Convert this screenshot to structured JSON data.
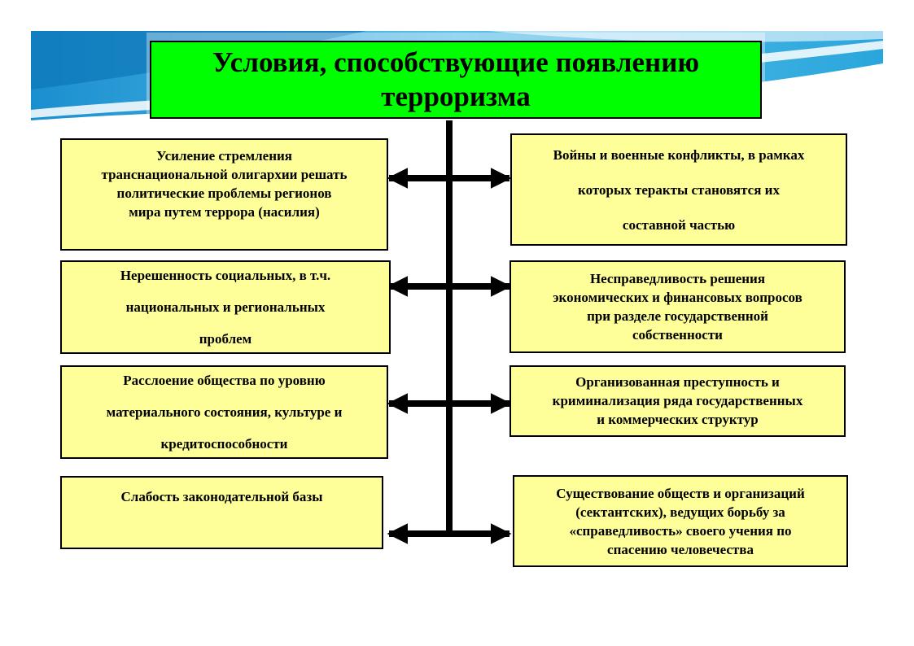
{
  "title": {
    "lines": [
      "Условия, способствующие появлению",
      "терроризма"
    ]
  },
  "left_boxes": [
    {
      "lines": [
        "Усиление стремления",
        "транснациональной олигархии решать",
        "политические проблемы регионов",
        "мира путем террора (насилия)"
      ]
    },
    {
      "lines": [
        "Нерешенность социальных, в т.ч.",
        "национальных и региональных",
        "проблем"
      ]
    },
    {
      "lines": [
        "Расслоение общества по уровню",
        "материального состояния, культуре и",
        "кредитоспособности"
      ]
    },
    {
      "lines": [
        "Слабость законодательной базы"
      ]
    }
  ],
  "right_boxes": [
    {
      "lines": [
        "Войны и военные конфликты, в рамках",
        "которых теракты становятся их",
        "составной частью"
      ]
    },
    {
      "lines": [
        "Несправедливость решения",
        "экономических и финансовых вопросов",
        "при разделе государственной",
        "собственности"
      ]
    },
    {
      "lines": [
        "Организованная преступность и",
        "криминализация ряда государственных",
        "и коммерческих структур"
      ]
    },
    {
      "lines": [
        "Существование обществ и организаций",
        "(сектантских), ведущих борьбу за",
        "«справедливость» своего учения по",
        "спасению человечества"
      ]
    }
  ],
  "colors": {
    "title_fill": "#00ff00",
    "box_fill": "#ffff99",
    "line": "#000000"
  }
}
